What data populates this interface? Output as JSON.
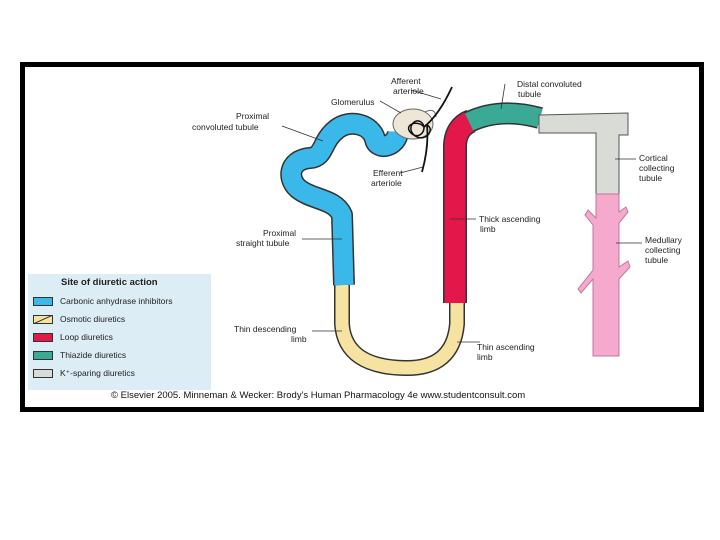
{
  "labels": {
    "glomerulus": "Glomerulus",
    "afferent_1": "Afferent",
    "afferent_2": "arteriole",
    "efferent_1": "Efferent",
    "efferent_2": "arteriole",
    "proximal_convoluted_1": "Proximal",
    "proximal_convoluted_2": "convoluted tubule",
    "distal_convoluted_1": "Distal convoluted",
    "distal_convoluted_2": "tubule",
    "cortical_collecting_1": "Cortical",
    "cortical_collecting_2": "collecting",
    "cortical_collecting_3": "tubule",
    "thick_ascending_1": "Thick ascending",
    "thick_ascending_2": "limb",
    "medullary_collecting_1": "Medullary",
    "medullary_collecting_2": "collecting",
    "medullary_collecting_3": "tubule",
    "proximal_straight_1": "Proximal",
    "proximal_straight_2": "straight tubule",
    "thin_descending_1": "Thin descending",
    "thin_descending_2": "limb",
    "thin_ascending_1": "Thin ascending",
    "thin_ascending_2": "limb"
  },
  "legend": {
    "title": "Site of diuretic action",
    "items": [
      {
        "label": "Carbonic anhydrase inhibitors",
        "color": "#3bb8ea"
      },
      {
        "label": "Osmotic diuretics",
        "color": "#f7e3a1"
      },
      {
        "label": "Loop diuretics",
        "color": "#e3174a"
      },
      {
        "label": "Thiazide diuretics",
        "color": "#3aaa94"
      },
      {
        "label": "K⁺-sparing diuretics",
        "color": "#d9dcd6"
      }
    ]
  },
  "colors": {
    "proximal": "#3bb8ea",
    "thin_limb": "#f7e3a1",
    "thick_ascending": "#e3174a",
    "distal": "#3aaa94",
    "collecting_cortical": "#d9dcd6",
    "collecting_medullary": "#f4a9cd",
    "glomerulus": "#eee6d6"
  },
  "copyright": "© Elsevier 2005. Minneman & Wecker: Brody's Human Pharmacology 4e www.studentconsult.com"
}
